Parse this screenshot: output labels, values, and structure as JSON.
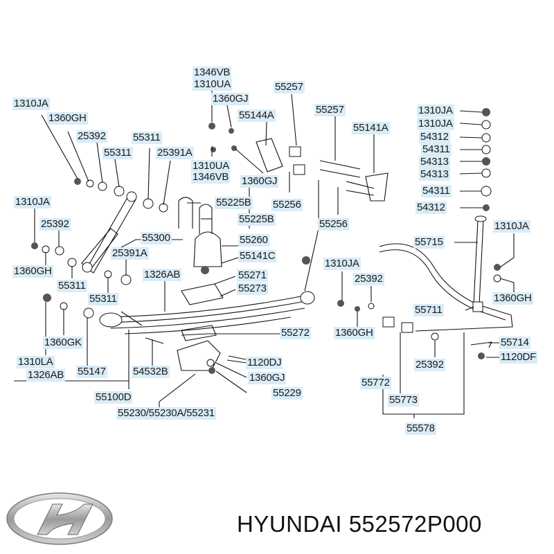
{
  "labels": {
    "l1346VB_top": "1346VB",
    "l1310UA_top": "1310UA",
    "l55257_a": "55257",
    "l1360GJ_a": "1360GJ",
    "l55257_b": "55257",
    "l1310JA_a": "1310JA",
    "l55144A": "55144A",
    "l55141A": "55141A",
    "l1360GH_a": "1360GH",
    "l25392_a": "25392",
    "l55311_a": "55311",
    "l55311_b": "55311",
    "l25391A_a": "25391A",
    "l1310UA_b": "1310UA",
    "l1346VB_b": "1346VB",
    "l1360GJ_b": "1360GJ",
    "l1310JA_r1": "1310JA",
    "l1310JA_r2": "1310JA",
    "l54312_a": "54312",
    "l54311_a": "54311",
    "l54313_a": "54313",
    "l54313_b": "54313",
    "l54311_b": "54311",
    "l54312_b": "54312",
    "l1310JA_b": "1310JA",
    "l55225B_a": "55225B",
    "l55256_a": "55256",
    "l55225B_b": "55225B",
    "l25392_b": "25392",
    "l55256_b": "55256",
    "l1310JA_c": "1310JA",
    "l55300": "55300",
    "l55260": "55260",
    "l55715": "55715",
    "l1360GH_b": "1360GH",
    "l25391A_b": "25391A",
    "l55141C": "55141C",
    "l55311_c": "55311",
    "l1326AB_a": "1326AB",
    "l55271": "55271",
    "l1310JA_d": "1310JA",
    "l25392_c": "25392",
    "l55273": "55273",
    "l55311_d": "55311",
    "l1360GH_c": "1360GH",
    "l55711": "55711",
    "l55272": "55272",
    "l1360GH_d": "1360GH",
    "l1360GK": "1360GK",
    "l55714": "55714",
    "l1120DJ": "1120DJ",
    "l1120DF": "1120DF",
    "l1310LA": "1310LA",
    "l55147": "55147",
    "l54532B": "54532B",
    "l25392_d": "25392",
    "l1326AB_b": "1326AB",
    "l1360GJ_c": "1360GJ",
    "l55772": "55772",
    "l55100D": "55100D",
    "l55229": "55229",
    "l55773": "55773",
    "l55230": "55230/55230A/55231",
    "l55578": "55578"
  },
  "brand": {
    "name": "HYUNDAI",
    "part_number": "552572P000",
    "logo_icon": "hyundai-logo-icon"
  }
}
